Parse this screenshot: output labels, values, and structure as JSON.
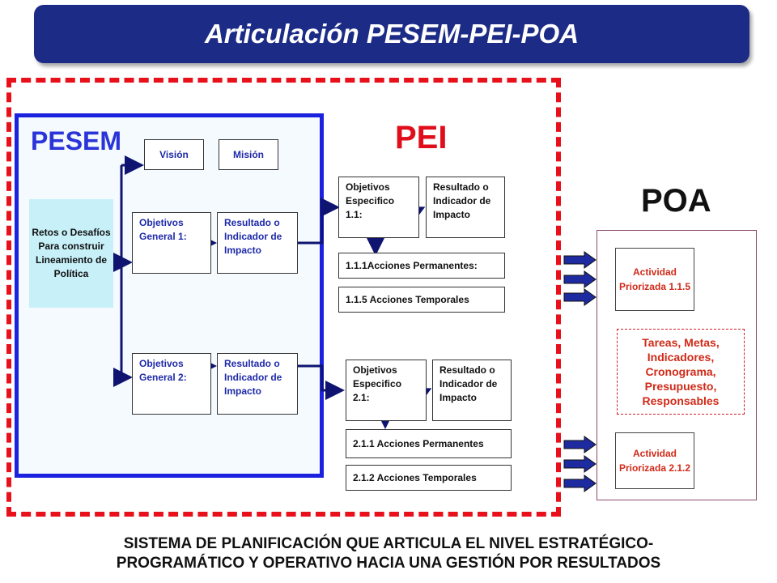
{
  "title": "Articulación PESEM-PEI-POA",
  "labels": {
    "pesem": "PESEM",
    "pei": "PEI",
    "poa": "POA"
  },
  "pesem": {
    "retos": "Retos o Desafíos Para construir Lineamiento de Política",
    "vision": "Visión",
    "mision": "Misión",
    "obj_general_1": "Objetivos General 1:",
    "resultado_1": "Resultado o Indicador de Impacto",
    "obj_general_2": "Objetivos General 2:",
    "resultado_2": "Resultado o Indicador de Impacto"
  },
  "pei": {
    "obj_esp_1": "Objetivos Especifico 1.1:",
    "resultado_esp_1": "Resultado o Indicador de Impacto",
    "acc_perm_1": "1.1.1Acciones Permanentes:",
    "acc_temp_1": "1.1.5 Acciones Temporales",
    "obj_esp_2": "Objetivos Especifico 2.1:",
    "resultado_esp_2": "Resultado o Indicador de Impacto",
    "acc_perm_2": "2.1.1  Acciones Permanentes",
    "acc_temp_2": "2.1.2 Acciones Temporales"
  },
  "poa": {
    "actividad_1": "Actividad Priorizada 1.1.5",
    "tareas": "Tareas, Metas, Indicadores, Cronograma, Presupuesto, Responsables",
    "actividad_2": "Actividad Priorizada 2.1.2"
  },
  "footer": {
    "line1": "SISTEMA DE PLANIFICACIÓN QUE ARTICULA EL NIVEL ESTRATÉGICO-",
    "line2": "PROGRAMÁTICO Y OPERATIVO HACIA UNA GESTIÓN POR RESULTADOS"
  },
  "colors": {
    "title_bg": "#1c2b86",
    "dashed_red": "#e8101a",
    "pesem_blue": "#1a22e0",
    "arrow_navy": "#0e1470",
    "retos_bg": "#c7f0f8"
  }
}
